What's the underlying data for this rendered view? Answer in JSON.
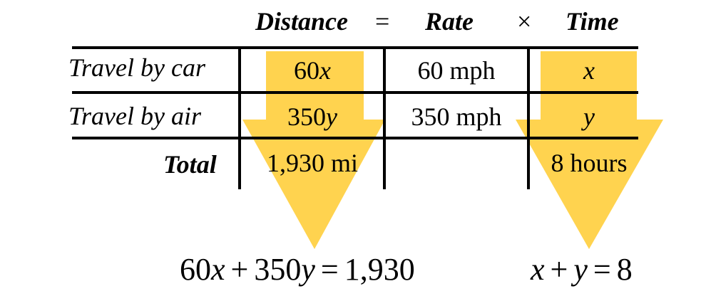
{
  "header": {
    "distance": "Distance",
    "equals": "=",
    "rate": "Rate",
    "times": "×",
    "time": "Time"
  },
  "rows": [
    {
      "label": "Travel by car",
      "distance": {
        "coef": "60",
        "var": "x"
      },
      "rate": "60 mph",
      "time": "x"
    },
    {
      "label": "Travel by air",
      "distance": {
        "coef": "350",
        "var": "y"
      },
      "rate": "350 mph",
      "time": "y"
    }
  ],
  "total": {
    "label": "Total",
    "distance": "1,930 mi",
    "rate": "",
    "time": "8 hours"
  },
  "equations": {
    "left": {
      "t1_coef": "60",
      "t1_var": "x",
      "plus": "+",
      "t2_coef": "350",
      "t2_var": "y",
      "eq": "=",
      "rhs": "1,930"
    },
    "right": {
      "v1": "x",
      "plus": "+",
      "v2": "y",
      "eq": "=",
      "rhs": "8"
    }
  },
  "colors": {
    "arrow": "#FFD34F",
    "lines": "#000000",
    "text": "#000000"
  }
}
